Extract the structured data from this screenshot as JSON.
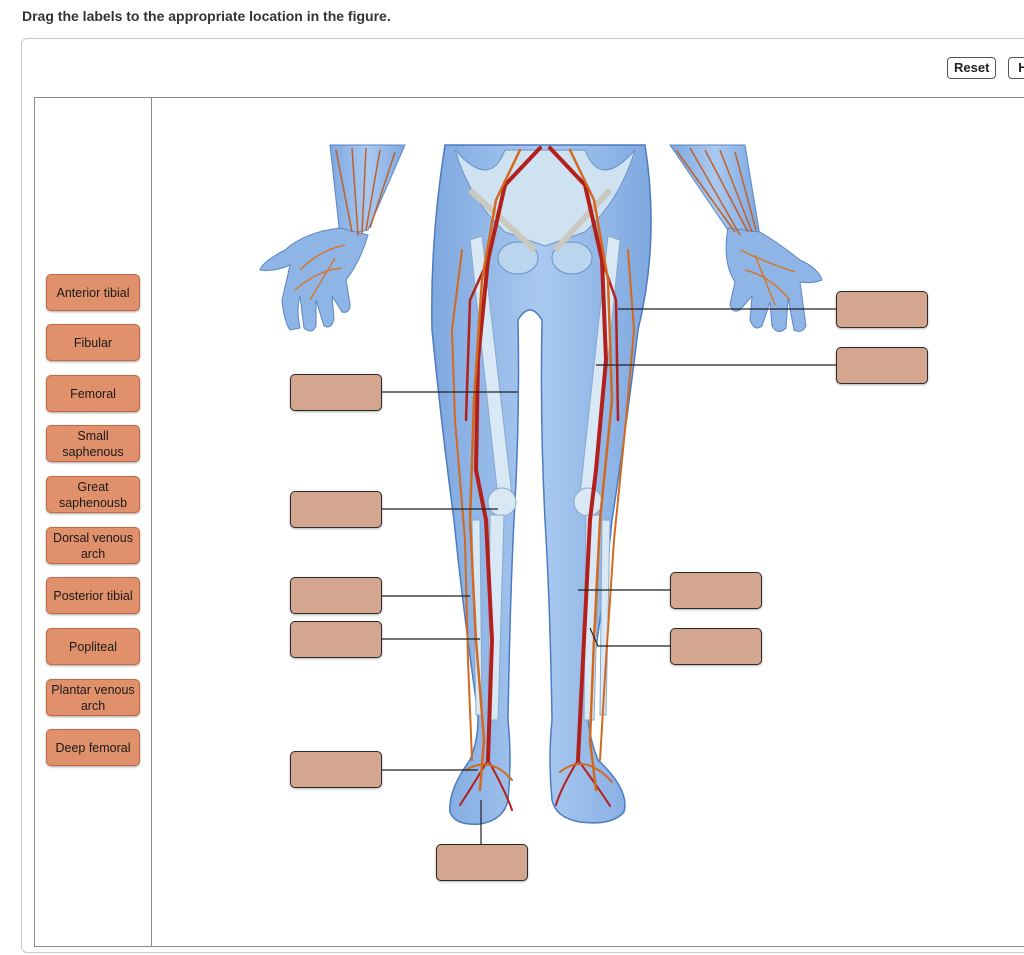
{
  "instruction": "Drag the labels to the appropriate location in the figure.",
  "toolbar": {
    "reset_label": "Reset",
    "help_label": "H"
  },
  "labels": [
    "Anterior tibial",
    "Fibular",
    "Femoral",
    "Small saphenous",
    "Great saphenousb",
    "Dorsal venous arch",
    "Posterior tibial",
    "Popliteal",
    "Plantar venous arch",
    "Deep femoral"
  ],
  "colors": {
    "label_fill": "#e0906a",
    "target_fill": "#d4a690",
    "artery": "#b3201c",
    "vein": "#d2691e",
    "skin": "#9dc0ea",
    "bone": "#d8e8f4"
  },
  "icons": {
    "figure": "leg-vasculature-figure"
  }
}
